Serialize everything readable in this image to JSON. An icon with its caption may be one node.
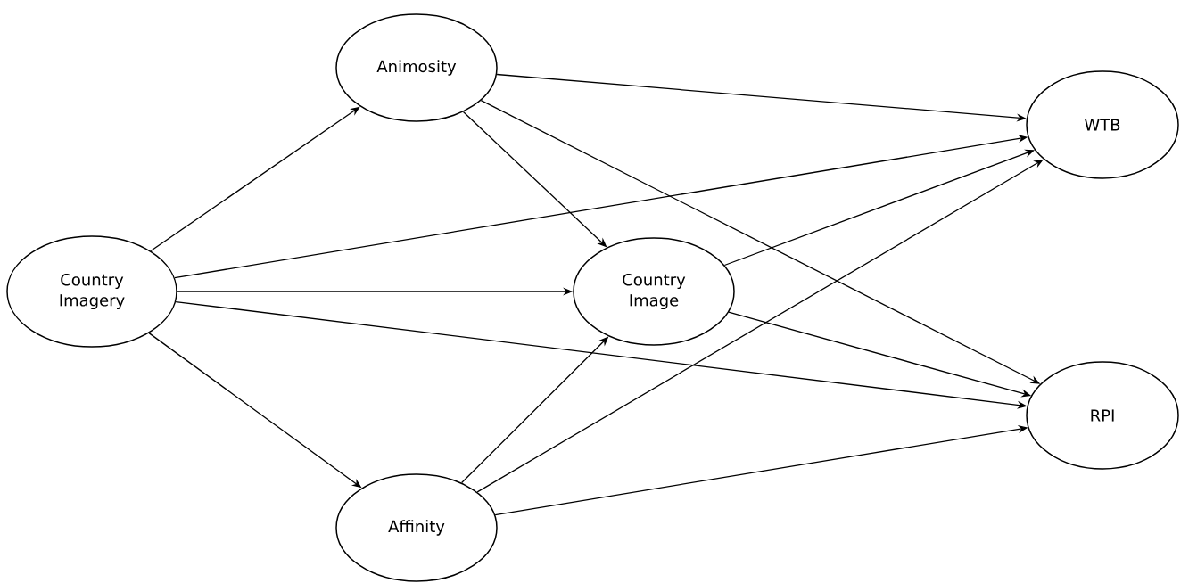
{
  "diagram": {
    "nodes": [
      {
        "text": [
          "Country Imagery"
        ]
      },
      {
        "text": [
          "Animosity"
        ]
      },
      {
        "text": [
          "Country Image"
        ]
      },
      {
        "text": [
          "Affinity"
        ]
      },
      {
        "text": [
          "WTB"
        ]
      },
      {
        "text": [
          "RPI"
        ]
      }
    ],
    "edges": [
      {
        "from": 0,
        "to": 1,
        "arrow": "to"
      },
      {
        "from": 0,
        "to": 3,
        "arrow": "to"
      },
      {
        "from": 0,
        "to": 2,
        "arrow": "to"
      },
      {
        "from": 0,
        "to": 4,
        "arrow": "to"
      },
      {
        "from": 0,
        "to": 5,
        "arrow": "to"
      },
      {
        "from": 1,
        "to": 2,
        "arrow": "to"
      },
      {
        "from": 1,
        "to": 4,
        "arrow": "to"
      },
      {
        "from": 1,
        "to": 5,
        "arrow": "to"
      },
      {
        "from": 3,
        "to": 2,
        "arrow": "to"
      },
      {
        "from": 3,
        "to": 4,
        "arrow": "to"
      },
      {
        "from": 3,
        "to": 5,
        "arrow": "to"
      },
      {
        "from": 2,
        "to": 4,
        "arrow": "to"
      },
      {
        "from": 2,
        "to": 5,
        "arrow": "to"
      }
    ]
  }
}
